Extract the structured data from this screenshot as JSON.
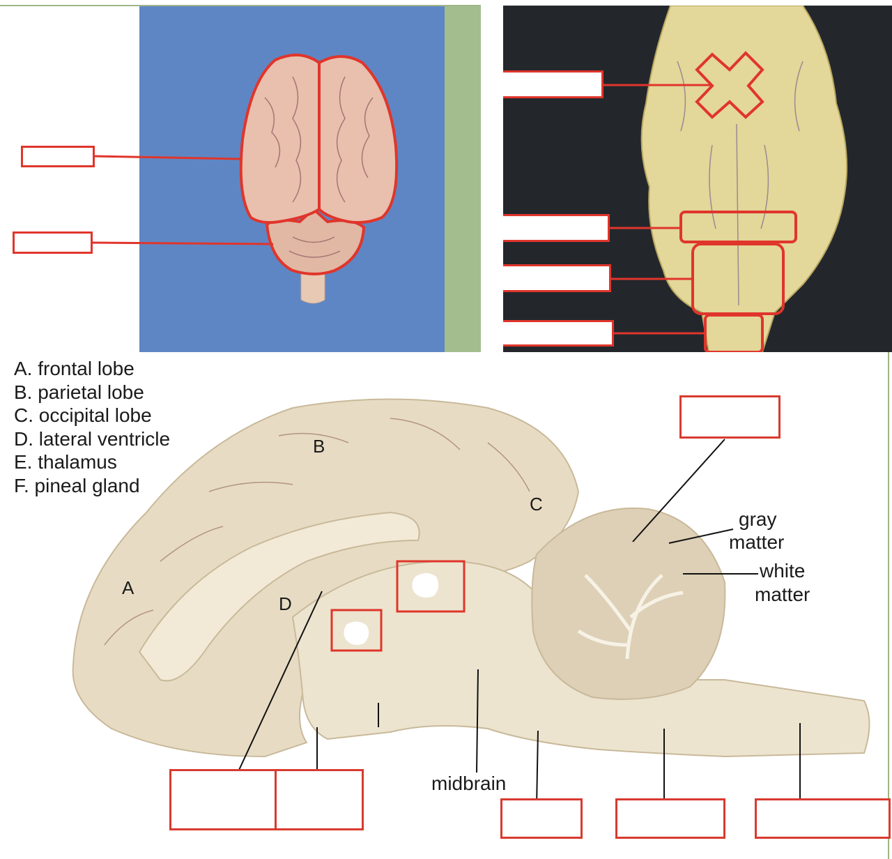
{
  "key": {
    "items": [
      "A. frontal lobe",
      "B. parietal lobe",
      "C. occipital lobe",
      "D. lateral ventricle",
      "E. thalamus",
      "F. pineal gland"
    ]
  },
  "sagittal_labels": {
    "a": "A",
    "b": "B",
    "c": "C",
    "d": "D",
    "gray1": "gray",
    "gray2": "matter",
    "white1": "white",
    "white2": "matter",
    "midbrain": "midbrain"
  },
  "colors": {
    "accent_red": "#e0352b",
    "dorsal_background": "#5f86c4",
    "ventral_background": "#23272c",
    "tissue": "#e7dcc3"
  }
}
